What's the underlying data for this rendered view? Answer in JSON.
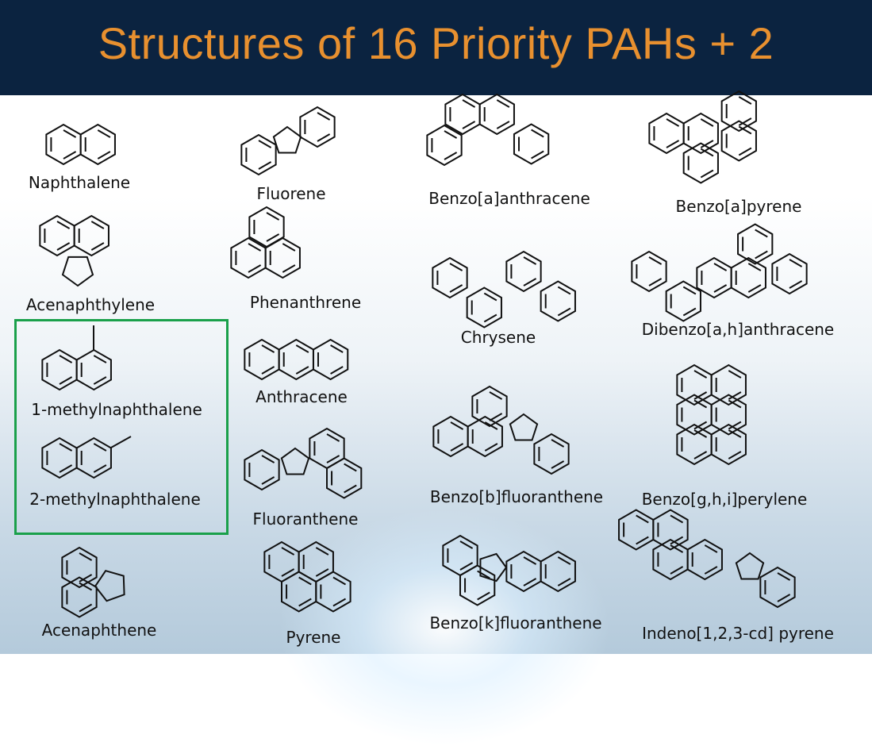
{
  "slide": {
    "title": "Structures of 16 Priority PAHs + 2",
    "highlight_color": "#1aa04a",
    "title_color": "#e8902f",
    "header_color": "#0b2340"
  },
  "compounds": [
    {
      "id": "naphthalene",
      "name": "Naphthalene"
    },
    {
      "id": "acenaphthylene",
      "name": "Acenaphthylene"
    },
    {
      "id": "methylnaph1",
      "name": "1-methylnaphthalene"
    },
    {
      "id": "methylnaph2",
      "name": "2-methylnaphthalene"
    },
    {
      "id": "acenaphthene",
      "name": "Acenaphthene"
    },
    {
      "id": "fluorene",
      "name": "Fluorene"
    },
    {
      "id": "phenanthrene",
      "name": "Phenanthrene"
    },
    {
      "id": "anthracene",
      "name": "Anthracene"
    },
    {
      "id": "fluoranthene",
      "name": "Fluoranthene"
    },
    {
      "id": "pyrene",
      "name": "Pyrene"
    },
    {
      "id": "benzo_a_anthracene",
      "name": "Benzo[a]anthracene"
    },
    {
      "id": "chrysene",
      "name": "Chrysene"
    },
    {
      "id": "benzo_b_fluoranthene",
      "name": "Benzo[b]fluoranthene"
    },
    {
      "id": "benzo_k_fluoranthene",
      "name": "Benzo[k]fluoranthene"
    },
    {
      "id": "benzo_a_pyrene",
      "name": "Benzo[a]pyrene"
    },
    {
      "id": "dibenz_ah_anthracene",
      "name": "Dibenzo[a,h]anthracene"
    },
    {
      "id": "benzo_ghi_perylene",
      "name": "Benzo[g,h,i]perylene"
    },
    {
      "id": "indeno_pyrene",
      "name": "Indeno[1,2,3-cd] pyrene"
    }
  ]
}
